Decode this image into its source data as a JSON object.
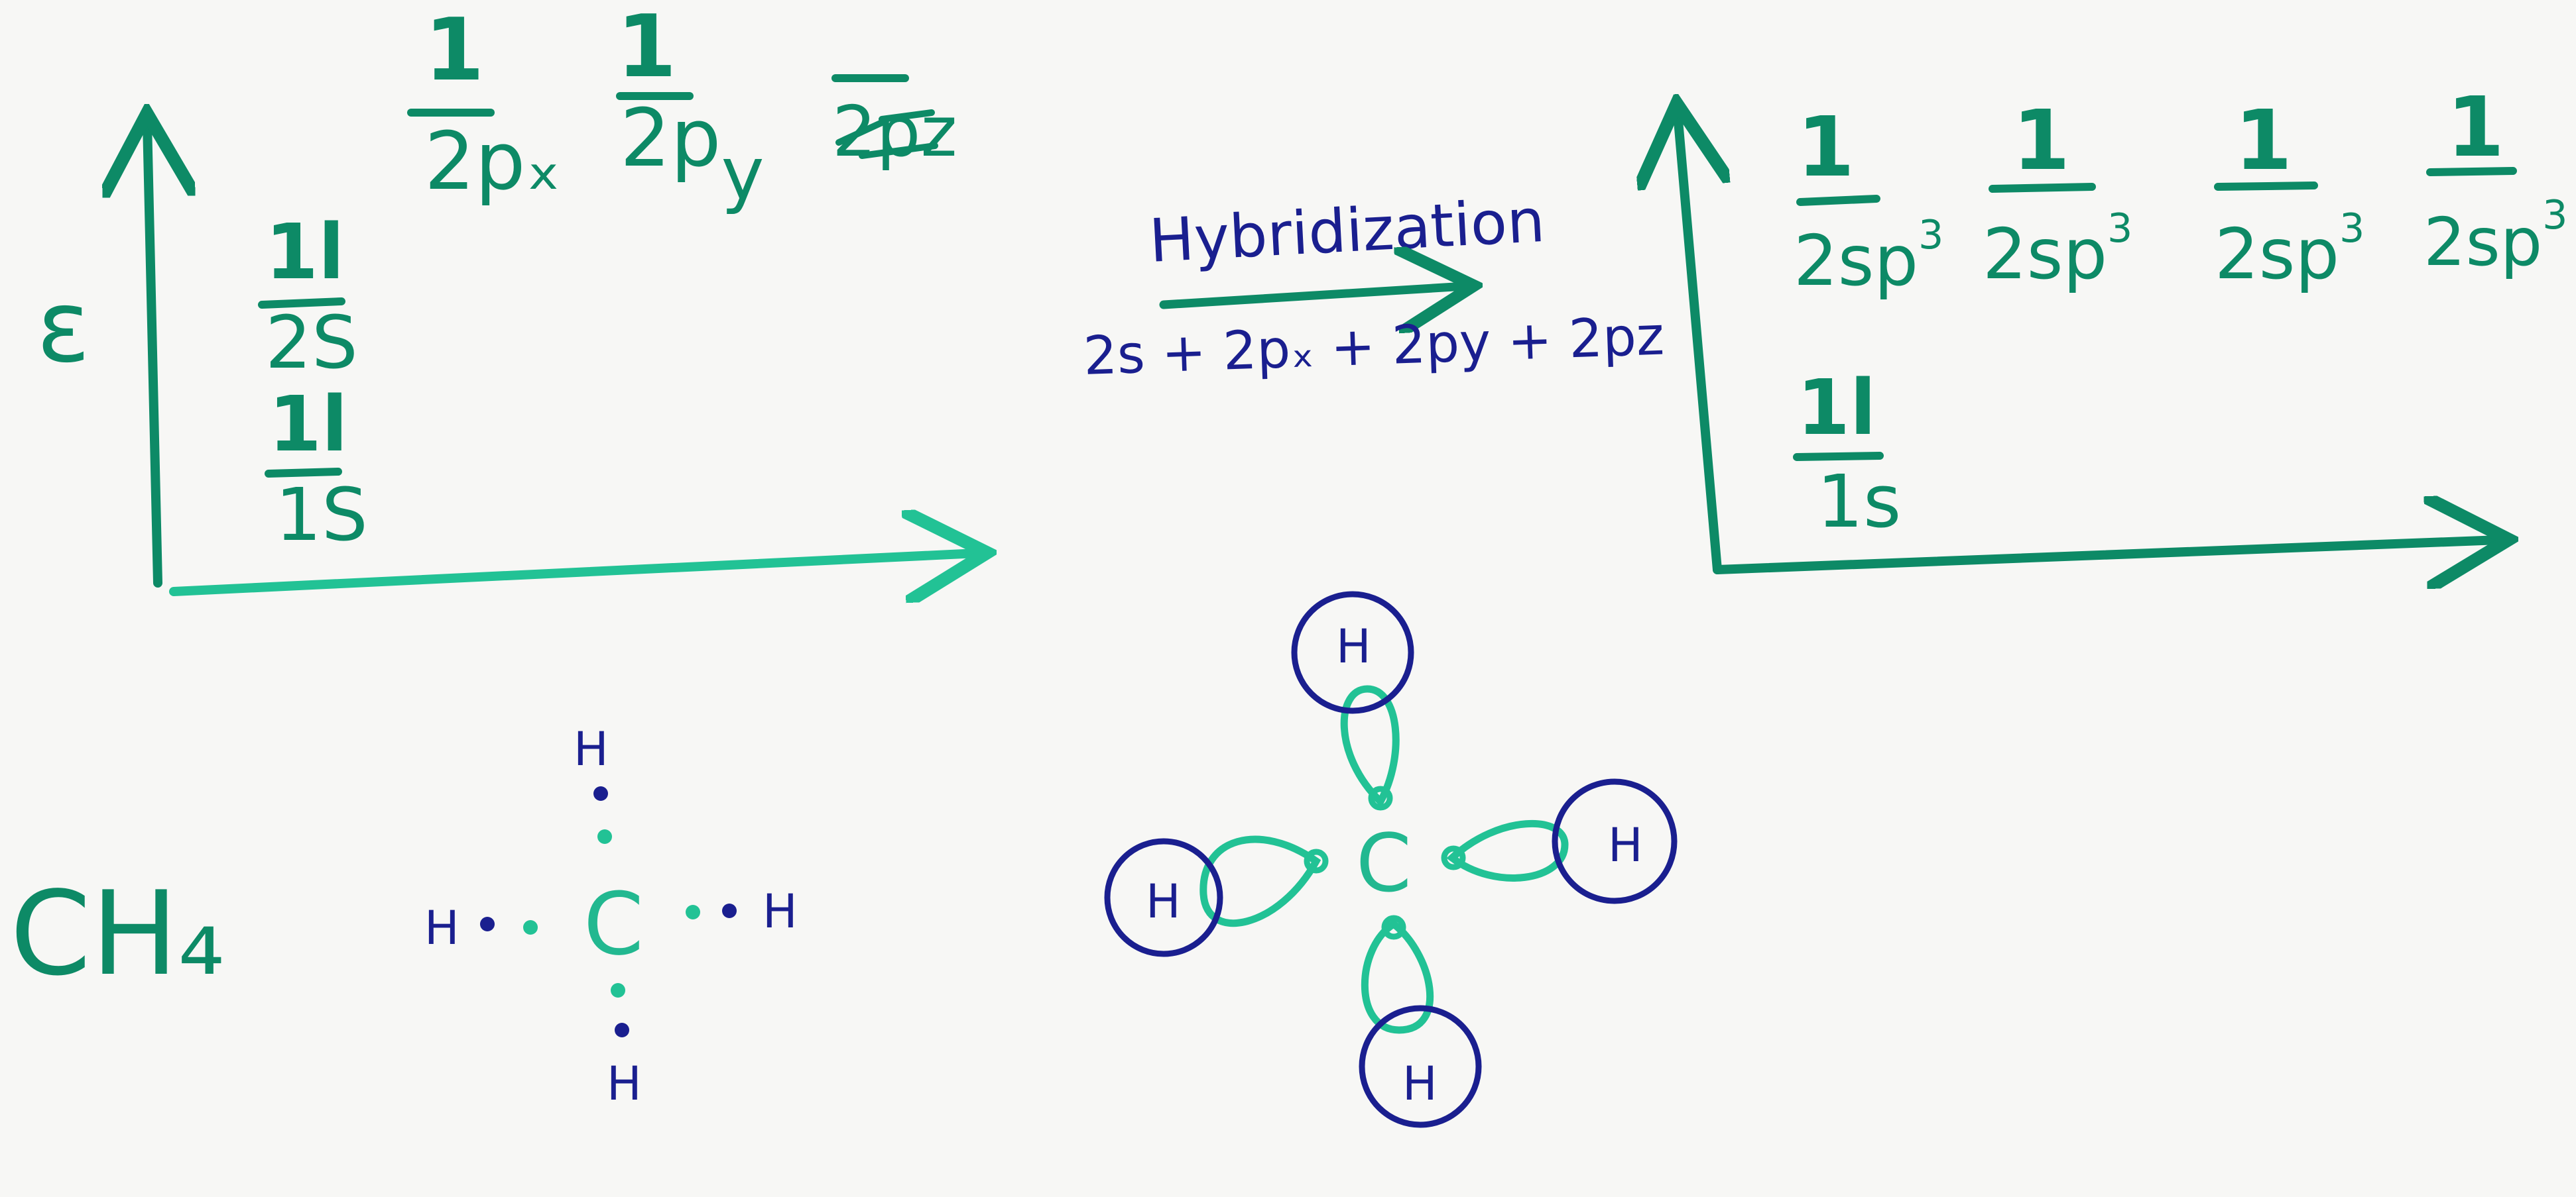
{
  "colors": {
    "board": "#f7f7f5",
    "green": "#0d8a66",
    "green_light": "#22c295",
    "blue": "#1a1f8f"
  },
  "left_energy_diagram": {
    "axis_label": "ε",
    "orbitals": [
      {
        "arrows": "1",
        "label": "2pₓ"
      },
      {
        "arrows": "1",
        "label": "2p",
        "label_sub": "y"
      },
      {
        "arrows": "",
        "label": "2pz"
      },
      {
        "arrows": "1l",
        "label": "2S"
      },
      {
        "arrows": "1l",
        "label": "1S"
      }
    ]
  },
  "hybridization": {
    "title": "Hybridization",
    "equation": "2s + 2pₓ + 2py + 2pz"
  },
  "right_energy_diagram": {
    "orbitals": [
      {
        "arrows": "1",
        "label": "2sp",
        "sup": "3"
      },
      {
        "arrows": "1",
        "label": "2sp",
        "sup": "3"
      },
      {
        "arrows": "1",
        "label": "2sp",
        "sup": "3"
      },
      {
        "arrows": "1",
        "label": "2sp",
        "sup": "3"
      },
      {
        "arrows": "1l",
        "label": "1s"
      }
    ]
  },
  "formula": "CH₄",
  "lewis": {
    "center": "C",
    "atoms": [
      "H",
      "H",
      "H",
      "H"
    ]
  },
  "orbital_model": {
    "center": "C",
    "atoms": [
      "H",
      "H",
      "H",
      "H"
    ]
  }
}
